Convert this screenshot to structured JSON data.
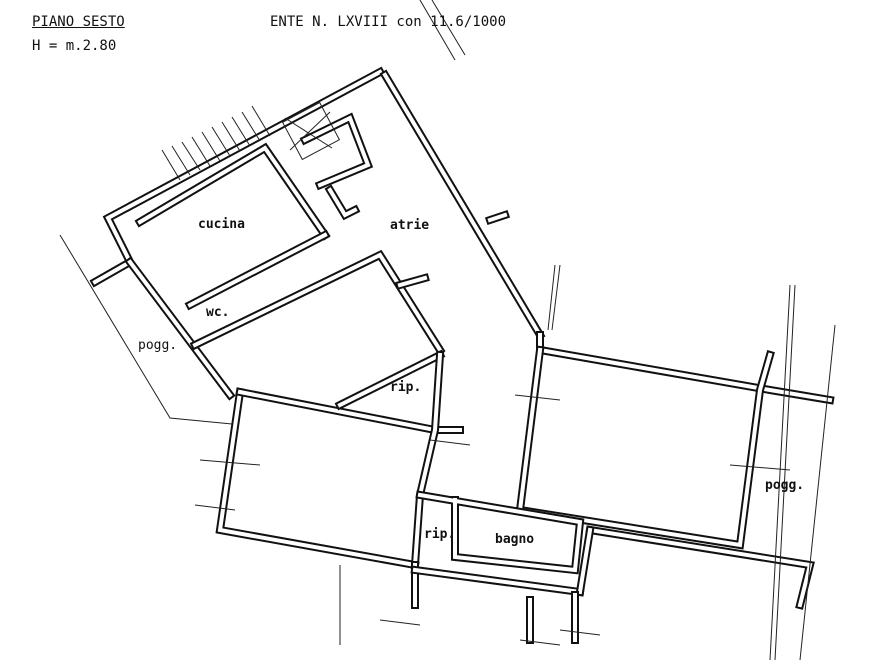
{
  "header": {
    "floor_title": "PIANO SESTO",
    "height": "H = m.2.80",
    "unit_info": "ENTE N. LXVIII con 11.6/1000"
  },
  "rooms": {
    "kitchen": "cucina",
    "hall": "atrie",
    "wc": "wc.",
    "balcony_left": "pogg.",
    "storage_middle": "rip.",
    "storage_bottom": "rip.",
    "bathroom": "bagno",
    "balcony_right": "pogg."
  }
}
